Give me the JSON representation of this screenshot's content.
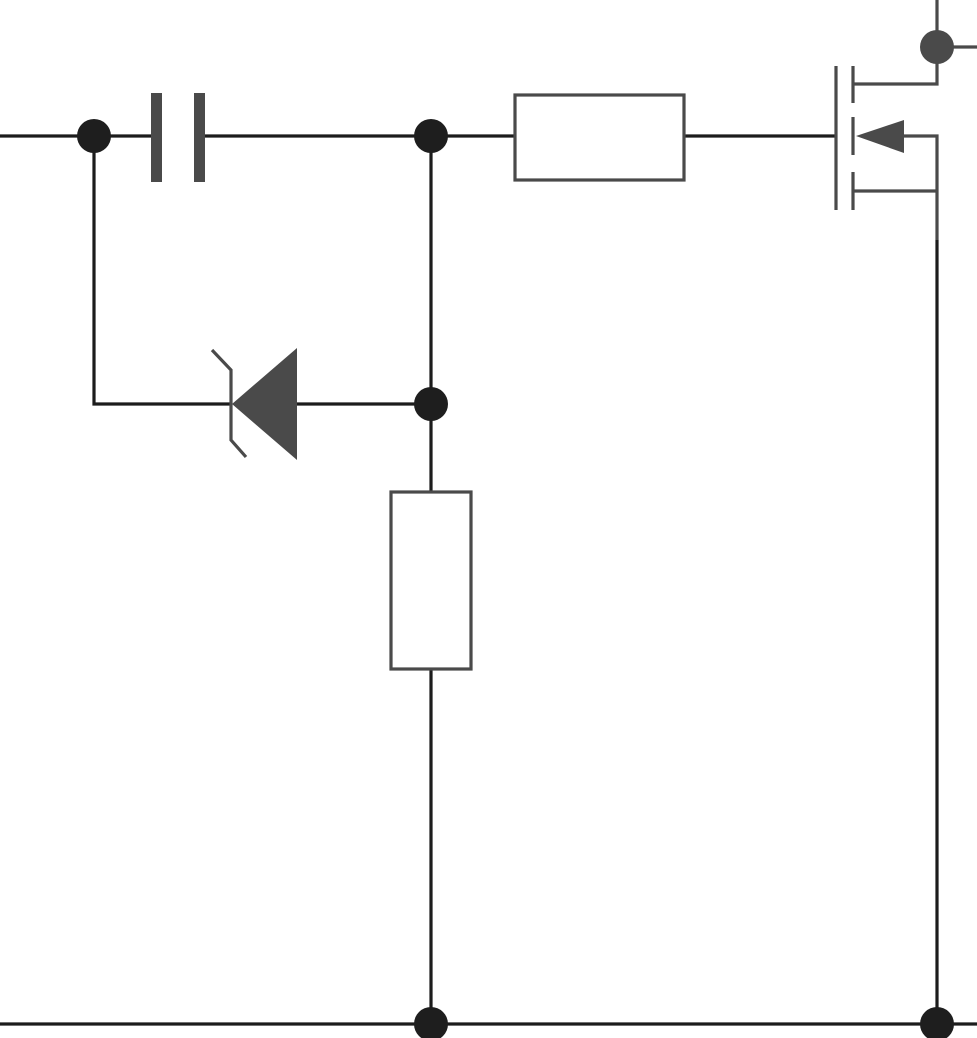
{
  "diagram": {
    "type": "circuit-schematic",
    "colors": {
      "background": "#ffffff",
      "wire_dark": "#1c1c1c",
      "component_grey": "#4a4a4a",
      "node_dark": "#1e1e1e"
    },
    "components": [
      {
        "kind": "capacitor",
        "icon": "capacitor-symbol"
      },
      {
        "kind": "resistor",
        "icon": "resistor-symbol",
        "orientation": "horizontal"
      },
      {
        "kind": "resistor",
        "icon": "resistor-symbol",
        "orientation": "vertical"
      },
      {
        "kind": "zener-diode",
        "icon": "zener-diode-symbol"
      },
      {
        "kind": "mosfet",
        "icon": "n-channel-mosfet-symbol"
      }
    ]
  }
}
